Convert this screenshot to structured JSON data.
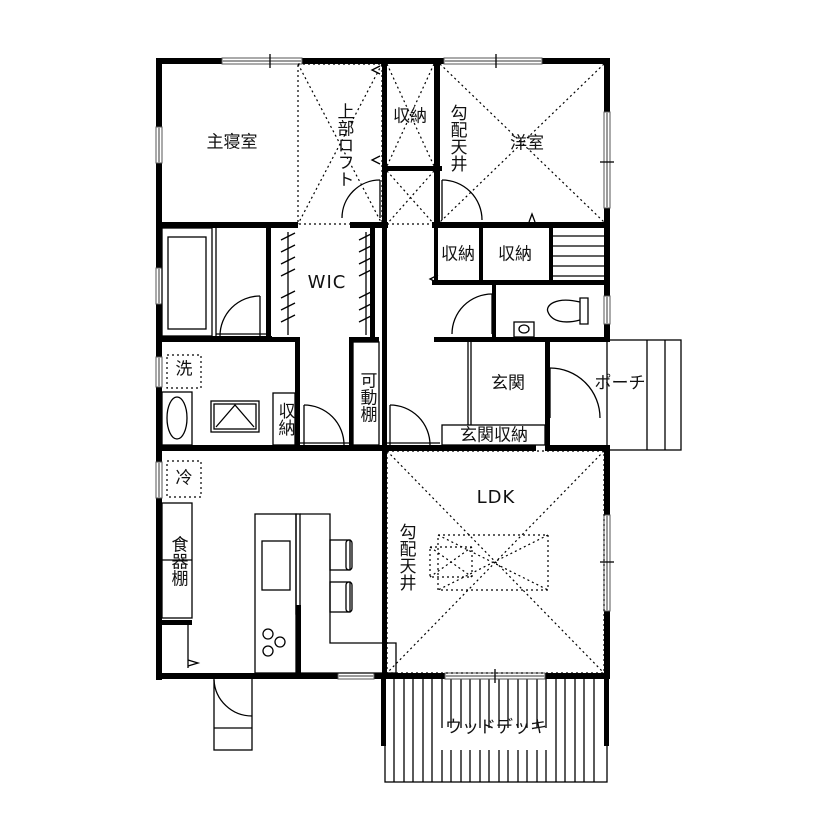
{
  "floor_plan": {
    "title": "",
    "rooms": {
      "master_bedroom": "主寝室",
      "loft_above": "上部ロフト",
      "storage_top": "収納",
      "sloped_ceiling_western": "勾配天井",
      "western_room": "洋室",
      "wic": "WIC",
      "storage_small_1": "収納",
      "storage_small_2": "収納",
      "washer": "洗",
      "storage_wash": "収納",
      "movable_shelf": "可動棚",
      "entrance": "玄関",
      "porch": "ポーチ",
      "entrance_storage": "玄関収納",
      "fridge": "冷",
      "cupboard": "食器棚",
      "ldk": "LDK",
      "sloped_ceiling_ldk": "勾配天井",
      "wood_deck": "ウッドデッキ"
    },
    "colors": {
      "wall": "#000000",
      "window_glass": "#9a9a9a",
      "background": "#ffffff"
    }
  }
}
